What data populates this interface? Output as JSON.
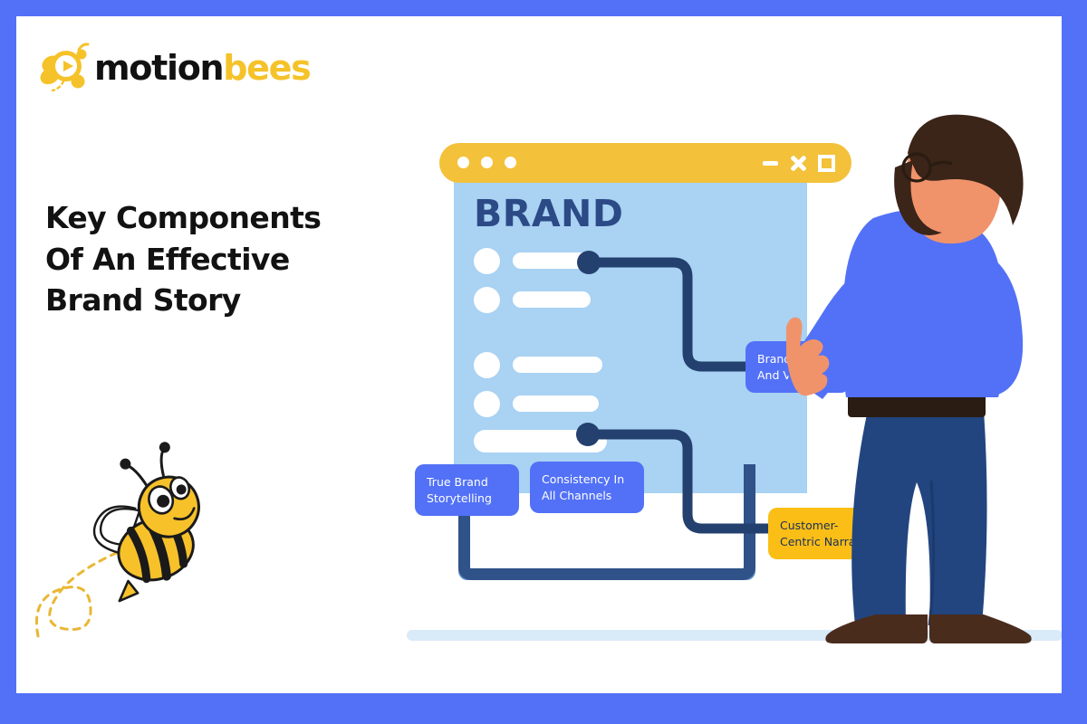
{
  "brand": {
    "logo_word_1": "motion",
    "logo_word_2": "bees",
    "logo_icon": "bee-play-logo-icon",
    "accent_yellow": "#f5c229",
    "accent_blue": "#5271f7",
    "navy": "#2b4a86",
    "panel_blue": "#a9d2f3"
  },
  "headline": {
    "text": "Key Components\nOf An Effective\nBrand Story"
  },
  "illustration": {
    "window": {
      "titlebar": {
        "dots": [
          "dot-1",
          "dot-2",
          "dot-3"
        ],
        "buttons": [
          {
            "name": "minimize",
            "glyph": "—"
          },
          {
            "name": "close",
            "glyph": "×"
          },
          {
            "name": "maximize",
            "glyph": "□"
          }
        ]
      },
      "screen_title": "BRAND",
      "list_rows": [
        {
          "bullet": true,
          "bar_width": "w1"
        },
        {
          "bullet": true,
          "bar_width": "w2"
        },
        {
          "bullet": true,
          "bar_width": "w3"
        },
        {
          "bullet": true,
          "bar_width": "w4"
        }
      ]
    },
    "callouts": [
      {
        "id": "brand-mission",
        "label": "Brand Mission\nAnd Vision",
        "color": "blue"
      },
      {
        "id": "true-brand-storytelling",
        "label": "True Brand\nStorytelling",
        "color": "blue"
      },
      {
        "id": "consistency-all-channels",
        "label": "Consistency In\nAll Channels",
        "color": "blue"
      },
      {
        "id": "customer-centric-narrative",
        "label": "Customer-\nCentric Narrative",
        "color": "yellow"
      }
    ],
    "character": {
      "name": "presenter-pointing-at-screen",
      "hair": "#3b2418",
      "skin": "#f0936b",
      "shirt": "#5271f7",
      "pants": "#22457f",
      "shoes": "#4a2c1d",
      "belt": "#2a1c12"
    },
    "bee": {
      "name": "cartoon-bee-with-dashed-trail",
      "body": "#f7c12a",
      "stripes": "#1a1a1a",
      "trail": "#e9b733"
    }
  }
}
